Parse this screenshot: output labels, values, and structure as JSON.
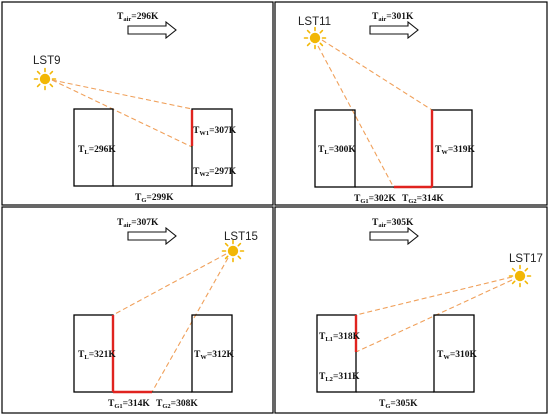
{
  "colors": {
    "frame": "#000000",
    "building": "#000000",
    "sunlit": "#e0231f",
    "ray": "#f0a05a",
    "sun": "#f2b705",
    "text": "#111111"
  },
  "icons": {
    "sun": "sun-icon",
    "wind": "wind-arrow-icon"
  },
  "panels": [
    {
      "time": "LST9",
      "air": {
        "sym": "T",
        "sub": "air",
        "val": "=296K"
      },
      "left": {
        "sym": "T",
        "sub": "L",
        "val": "=296K"
      },
      "w1": {
        "sym": "T",
        "sub": "W1",
        "val": "=307K"
      },
      "w2": {
        "sym": "T",
        "sub": "W2",
        "val": "=297K"
      },
      "g": {
        "sym": "T",
        "sub": "G",
        "val": "=299K"
      }
    },
    {
      "time": "LST11",
      "air": {
        "sym": "T",
        "sub": "air",
        "val": "=301K"
      },
      "left": {
        "sym": "T",
        "sub": "L",
        "val": "=300K"
      },
      "right": {
        "sym": "T",
        "sub": "W",
        "val": "=319K"
      },
      "g1": {
        "sym": "T",
        "sub": "G1",
        "val": "=302K"
      },
      "g2": {
        "sym": "T",
        "sub": "G2",
        "val": "=314K"
      }
    },
    {
      "time": "LST15",
      "air": {
        "sym": "T",
        "sub": "air",
        "val": "=307K"
      },
      "left": {
        "sym": "T",
        "sub": "L",
        "val": "=321K"
      },
      "right": {
        "sym": "T",
        "sub": "W",
        "val": "=312K"
      },
      "g1": {
        "sym": "T",
        "sub": "G1",
        "val": "=314K"
      },
      "g2": {
        "sym": "T",
        "sub": "G2",
        "val": "=308K"
      }
    },
    {
      "time": "LST17",
      "air": {
        "sym": "T",
        "sub": "air",
        "val": "=305K"
      },
      "l1": {
        "sym": "T",
        "sub": "L1",
        "val": "=318K"
      },
      "l2": {
        "sym": "T",
        "sub": "L2",
        "val": "=311K"
      },
      "right": {
        "sym": "T",
        "sub": "W",
        "val": "=310K"
      },
      "g": {
        "sym": "T",
        "sub": "G",
        "val": "=305K"
      }
    }
  ]
}
